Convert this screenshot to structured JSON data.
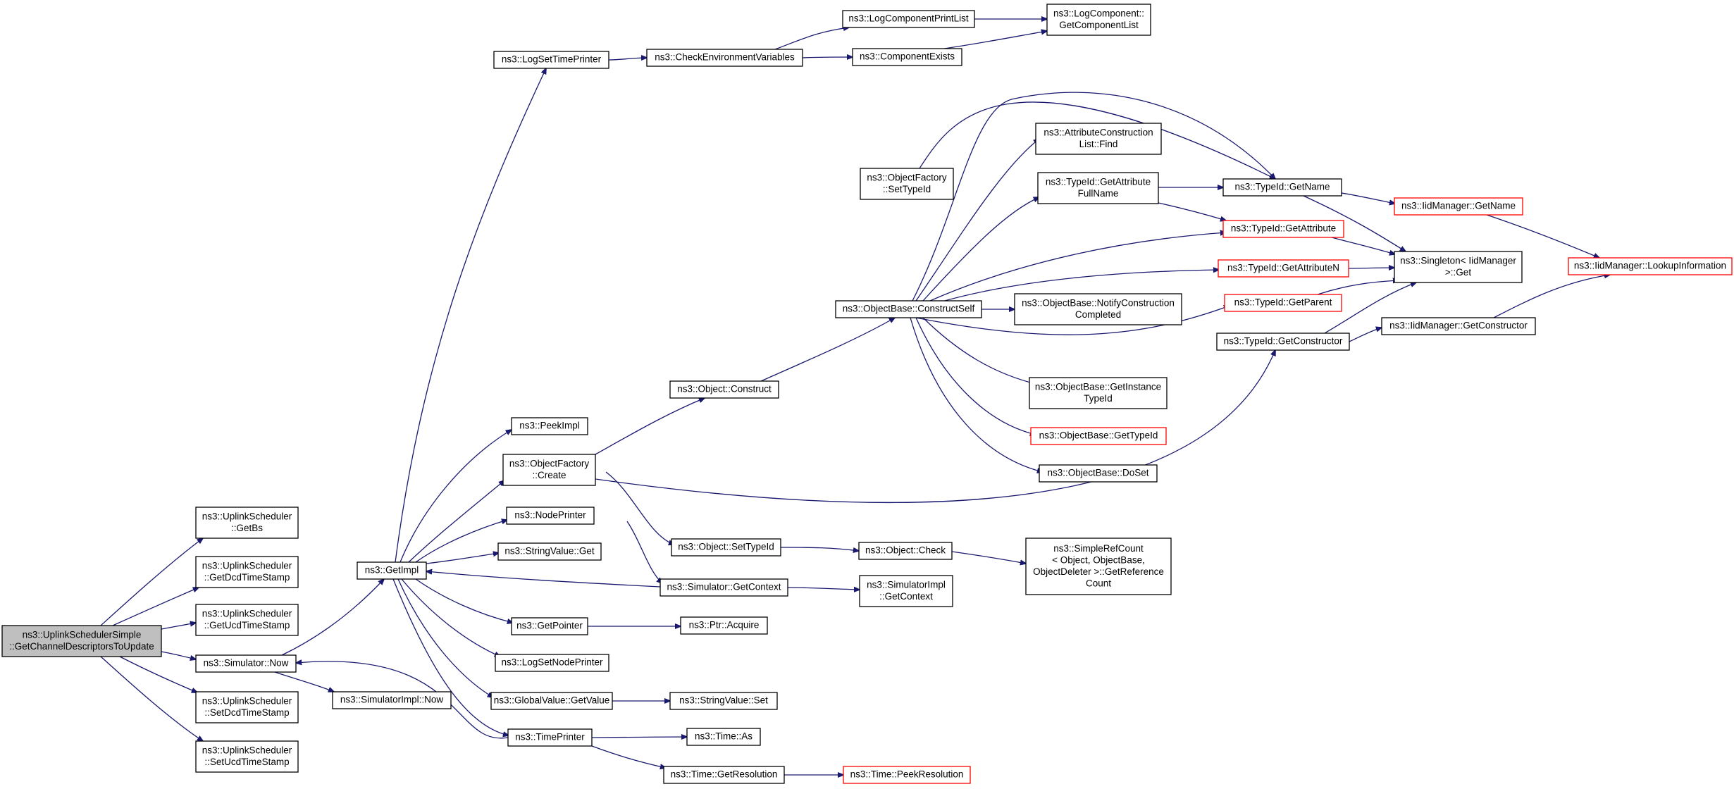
{
  "graph": {
    "type": "call-graph",
    "colors": {
      "edge": "#191970",
      "root_fill": "#bfbfbf",
      "node_border": "#000000",
      "external_border": "#ff0000"
    },
    "nodes": [
      {
        "id": "root",
        "lines": [
          "ns3::UplinkSchedulerSimple",
          "::GetChannelDescriptorsToUpdate"
        ],
        "root": true
      },
      {
        "id": "getbs",
        "lines": [
          "ns3::UplinkScheduler",
          "::GetBs"
        ]
      },
      {
        "id": "getdcd",
        "lines": [
          "ns3::UplinkScheduler",
          "::GetDcdTimeStamp"
        ]
      },
      {
        "id": "getucd",
        "lines": [
          "ns3::UplinkScheduler",
          "::GetUcdTimeStamp"
        ]
      },
      {
        "id": "simnow",
        "lines": [
          "ns3::Simulator::Now"
        ]
      },
      {
        "id": "setdcd",
        "lines": [
          "ns3::UplinkScheduler",
          "::SetDcdTimeStamp"
        ]
      },
      {
        "id": "setucd",
        "lines": [
          "ns3::UplinkScheduler",
          "::SetUcdTimeStamp"
        ]
      },
      {
        "id": "getimpl",
        "lines": [
          "ns3::GetImpl"
        ]
      },
      {
        "id": "simimplnow",
        "lines": [
          "ns3::SimulatorImpl::Now"
        ]
      },
      {
        "id": "logsettime",
        "lines": [
          "ns3::LogSetTimePrinter"
        ]
      },
      {
        "id": "peekimpl",
        "lines": [
          "ns3::PeekImpl"
        ]
      },
      {
        "id": "ofcreate",
        "lines": [
          "ns3::ObjectFactory",
          "::Create"
        ]
      },
      {
        "id": "nodeprinter",
        "lines": [
          "ns3::NodePrinter"
        ]
      },
      {
        "id": "svget",
        "lines": [
          "ns3::StringValue::Get"
        ]
      },
      {
        "id": "getpointer",
        "lines": [
          "ns3::GetPointer"
        ]
      },
      {
        "id": "logsetnode",
        "lines": [
          "ns3::LogSetNodePrinter"
        ]
      },
      {
        "id": "gvgetvalue",
        "lines": [
          "ns3::GlobalValue::GetValue"
        ]
      },
      {
        "id": "timeprinter",
        "lines": [
          "ns3::TimePrinter"
        ]
      },
      {
        "id": "checkenv",
        "lines": [
          "ns3::CheckEnvironmentVariables"
        ]
      },
      {
        "id": "ofsettypeid",
        "lines": [
          "ns3::ObjectFactory",
          "::SetTypeId"
        ]
      },
      {
        "id": "objconstruct",
        "lines": [
          "ns3::Object::Construct"
        ]
      },
      {
        "id": "objsettypeid",
        "lines": [
          "ns3::Object::SetTypeId"
        ]
      },
      {
        "id": "simgetctx",
        "lines": [
          "ns3::Simulator::GetContext"
        ]
      },
      {
        "id": "ptracquire",
        "lines": [
          "ns3::Ptr::Acquire"
        ]
      },
      {
        "id": "svset",
        "lines": [
          "ns3::StringValue::Set"
        ]
      },
      {
        "id": "timeas",
        "lines": [
          "ns3::Time::As"
        ]
      },
      {
        "id": "timegetres",
        "lines": [
          "ns3::Time::GetResolution"
        ]
      },
      {
        "id": "logcompprint",
        "lines": [
          "ns3::LogComponentPrintList"
        ]
      },
      {
        "id": "compexists",
        "lines": [
          "ns3::ComponentExists"
        ]
      },
      {
        "id": "logcompget",
        "lines": [
          "ns3::LogComponent::",
          "GetComponentList"
        ]
      },
      {
        "id": "obconstructself",
        "lines": [
          "ns3::ObjectBase::ConstructSelf"
        ]
      },
      {
        "id": "objcheck",
        "lines": [
          "ns3::Object::Check"
        ]
      },
      {
        "id": "simimplgetctx",
        "lines": [
          "ns3::SimulatorImpl",
          "::GetContext"
        ]
      },
      {
        "id": "timepeekres",
        "lines": [
          "ns3::Time::PeekResolution"
        ],
        "external": true
      },
      {
        "id": "acllfind",
        "lines": [
          "ns3::AttributeConstruction",
          "List::Find"
        ]
      },
      {
        "id": "tidgetattrfull",
        "lines": [
          "ns3::TypeId::GetAttribute",
          "FullName"
        ]
      },
      {
        "id": "obnotify",
        "lines": [
          "ns3::ObjectBase::NotifyConstruction",
          "Completed"
        ]
      },
      {
        "id": "obgetinst",
        "lines": [
          "ns3::ObjectBase::GetInstance",
          "TypeId"
        ]
      },
      {
        "id": "obgettypeid",
        "lines": [
          "ns3::ObjectBase::GetTypeId"
        ],
        "external": true
      },
      {
        "id": "obdoset",
        "lines": [
          "ns3::ObjectBase::DoSet"
        ]
      },
      {
        "id": "simplerefcount",
        "lines": [
          "ns3::SimpleRefCount",
          "< Object, ObjectBase,",
          "ObjectDeleter >::GetReference",
          "Count"
        ]
      },
      {
        "id": "tidgetname",
        "lines": [
          "ns3::TypeId::GetName"
        ]
      },
      {
        "id": "tidgetattr",
        "lines": [
          "ns3::TypeId::GetAttribute"
        ],
        "external": true
      },
      {
        "id": "tidgetattrn",
        "lines": [
          "ns3::TypeId::GetAttributeN"
        ],
        "external": true
      },
      {
        "id": "tidgetparent",
        "lines": [
          "ns3::TypeId::GetParent"
        ],
        "external": true
      },
      {
        "id": "tidgetctor",
        "lines": [
          "ns3::TypeId::GetConstructor"
        ]
      },
      {
        "id": "iidgetname",
        "lines": [
          "ns3::IidManager::GetName"
        ],
        "external": true
      },
      {
        "id": "singleton",
        "lines": [
          "ns3::Singleton< IidManager",
          " >::Get"
        ]
      },
      {
        "id": "iidgetctor",
        "lines": [
          "ns3::IidManager::GetConstructor"
        ]
      },
      {
        "id": "iidlookup",
        "lines": [
          "ns3::IidManager::LookupInformation"
        ],
        "external": true
      }
    ]
  }
}
